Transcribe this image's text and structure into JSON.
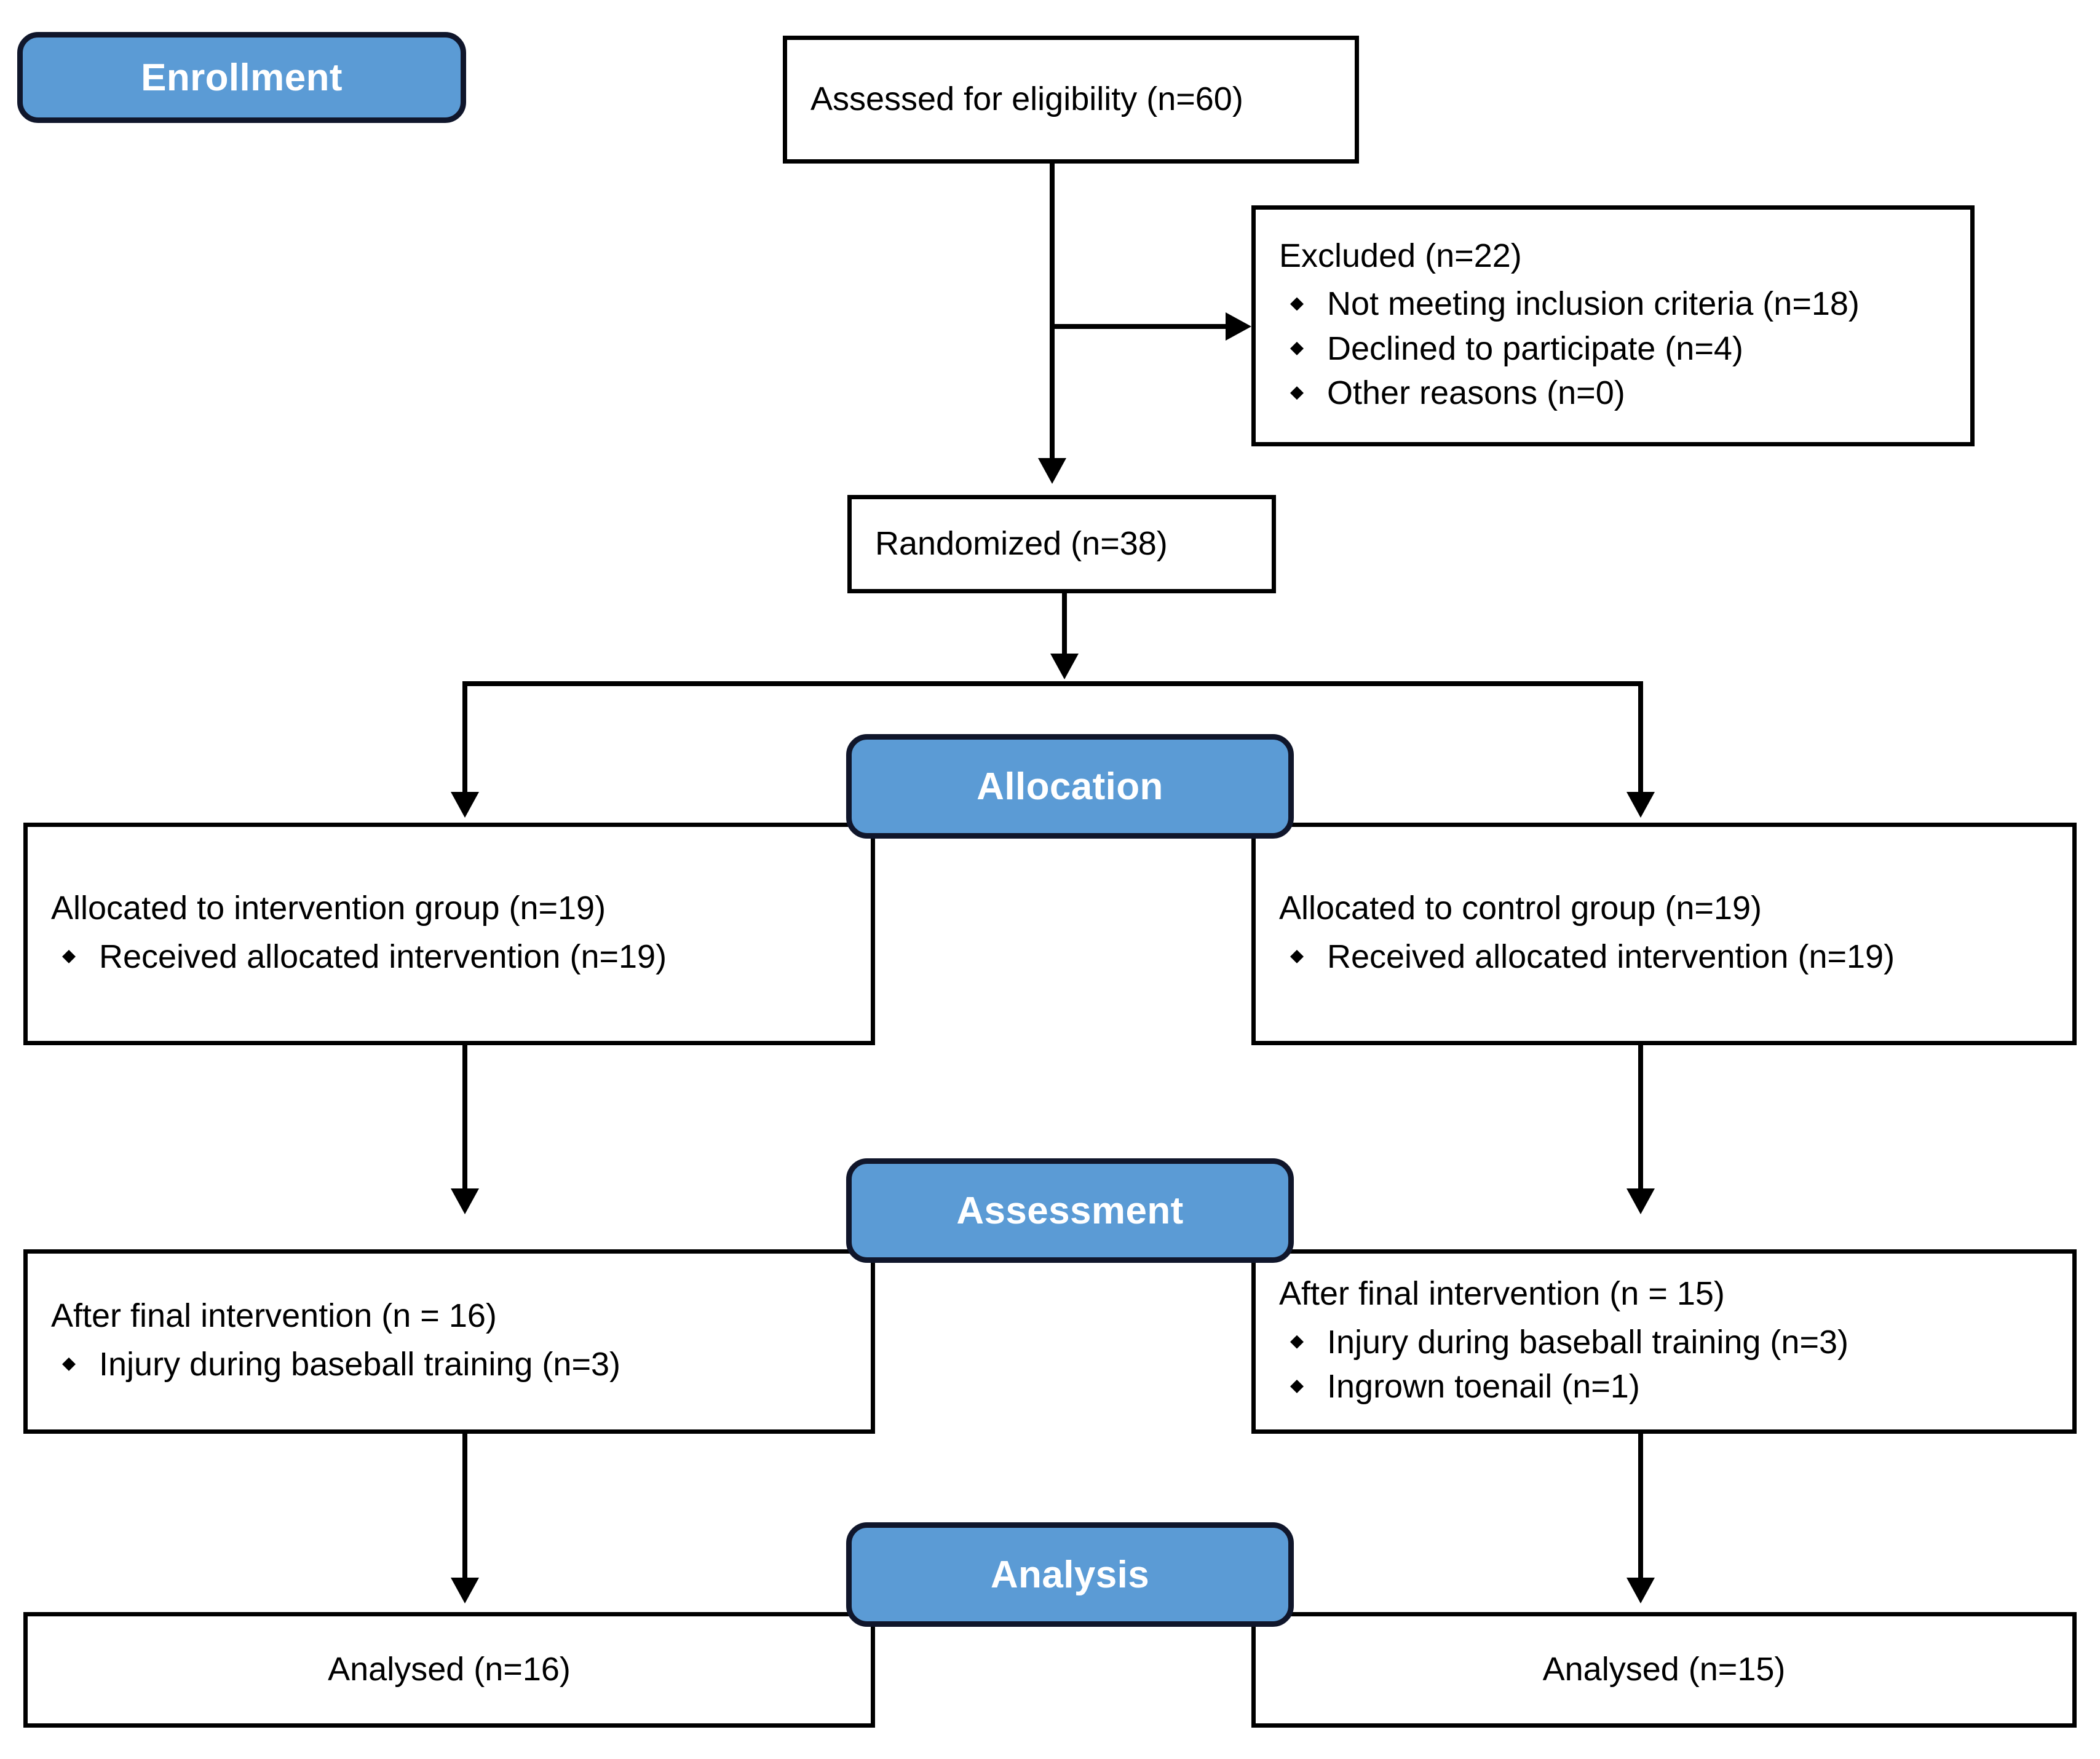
{
  "diagram": {
    "title_badges": [
      {
        "id": "enrollment",
        "label": "Enrollment"
      },
      {
        "id": "allocation",
        "label": "Allocation"
      },
      {
        "id": "assessment",
        "label": "Assessment"
      },
      {
        "id": "analysis",
        "label": "Analysis"
      }
    ],
    "accent_color": "#5B9BD5",
    "badge_border_color": "#10162B",
    "line_color": "#000000",
    "box_background": "#FFFFFF",
    "text_color": "#000000"
  },
  "nodes": {
    "eligibility": {
      "heading": "Assessed for eligibility (n=60)",
      "bullets": []
    },
    "excluded": {
      "heading": "Excluded (n=22)",
      "bullets": [
        "Not meeting inclusion criteria (n=18)",
        "Declined to participate (n=4)",
        "Other reasons (n=0)"
      ]
    },
    "randomized": {
      "heading": "Randomized (n=38)",
      "bullets": []
    },
    "alloc_left": {
      "heading": "Allocated to intervention group (n=19)",
      "bullets": [
        "Received allocated intervention (n=19)"
      ]
    },
    "alloc_right": {
      "heading": "Allocated to control group (n=19)",
      "bullets": [
        "Received allocated intervention (n=19)"
      ]
    },
    "assess_left": {
      "heading": "After final intervention (n = 16)",
      "bullets": [
        "Injury during baseball training (n=3)"
      ]
    },
    "assess_right": {
      "heading": "After final intervention (n = 15)",
      "bullets": [
        "Injury during baseball training (n=3)",
        "Ingrown toenail (n=1)"
      ]
    },
    "analysis_left": {
      "heading": "Analysed (n=16)",
      "bullets": []
    },
    "analysis_right": {
      "heading": "Analysed (n=15)",
      "bullets": []
    }
  },
  "chart_data": {
    "type": "table",
    "title": "CONSORT participant flow",
    "stages": [
      "Enrollment",
      "Allocation",
      "Assessment",
      "Analysis"
    ],
    "counts": {
      "assessed_for_eligibility": 60,
      "excluded_total": 22,
      "excluded_not_meeting_inclusion_criteria": 18,
      "excluded_declined_to_participate": 4,
      "excluded_other_reasons": 0,
      "randomized": 38,
      "allocated_intervention": 19,
      "received_allocated_intervention_intervention": 19,
      "allocated_control": 19,
      "received_allocated_intervention_control": 19,
      "after_final_intervention_intervention": 16,
      "injury_during_baseball_training_intervention": 3,
      "after_final_intervention_control": 15,
      "injury_during_baseball_training_control": 3,
      "ingrown_toenail_control": 1,
      "analysed_intervention": 16,
      "analysed_control": 15
    }
  }
}
